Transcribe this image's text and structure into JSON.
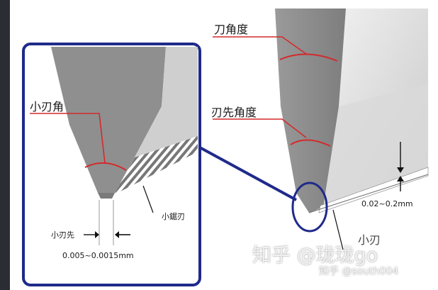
{
  "labels": {
    "blade_angle": "刀角度",
    "edge_tip_angle": "刃先角度",
    "micro_edge_angle": "小刃角",
    "micro_edge_tip": "小刃先",
    "micro_serration": "小鋸刃",
    "tip_width": "0.005~0.0015mm",
    "edge_width": "0.02~0.2mm",
    "micro_edge": "小刃"
  },
  "watermark": {
    "large": "知乎 @珑珑go",
    "small": "知乎 @south004"
  },
  "colors": {
    "inset_frame": "#1f2a8a",
    "leader_line": "#d42a2a",
    "blade_gray": "#8c8c8c"
  }
}
